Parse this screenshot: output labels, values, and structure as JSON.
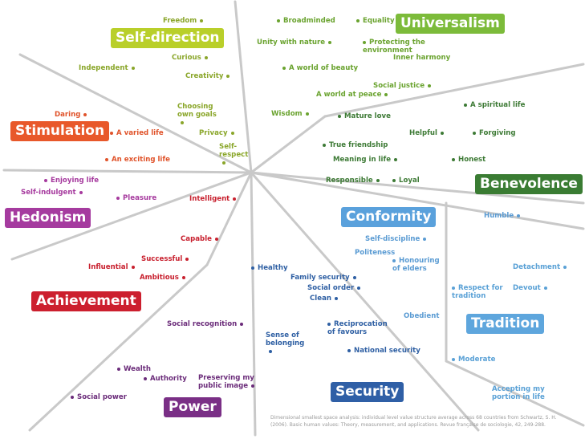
{
  "categories": {
    "self_direction": "Self-direction",
    "universalism": "Universalism",
    "benevolence": "Benevolence",
    "stimulation": "Stimulation",
    "hedonism": "Hedonism",
    "achievement": "Achievement",
    "power": "Power",
    "security": "Security",
    "conformity": "Conformity",
    "tradition": "Tradition"
  },
  "items": {
    "freedom": "Freedom",
    "curious": "Curious",
    "independent": "Independent",
    "creativity": "Creativity",
    "choosing_own_goals": "Choosing own goals",
    "privacy": "Privacy",
    "self_respect": "Self-respect",
    "broadminded": "Broadminded",
    "equality": "Equality",
    "unity_with_nature": "Unity with nature",
    "protecting_environment": "Protecting the environment",
    "inner_harmony": "Inner harmony",
    "world_of_beauty": "A world of beauty",
    "social_justice": "Social justice",
    "world_at_peace": "A world at peace",
    "wisdom": "Wisdom",
    "mature_love": "Mature love",
    "spiritual_life": "A spiritual life",
    "helpful": "Helpful",
    "forgiving": "Forgiving",
    "true_friendship": "True friendship",
    "meaning_in_life": "Meaning in life",
    "honest": "Honest",
    "responsible": "Responsible",
    "loyal": "Loyal",
    "daring": "Daring",
    "varied_life": "A varied life",
    "exciting_life": "An exciting life",
    "enjoying_life": "Enjoying life",
    "self_indulgent": "Self-indulgent",
    "pleasure": "Pleasure",
    "intelligent": "Intelligent",
    "capable": "Capable",
    "successful": "Successful",
    "influential": "Influential",
    "ambitious": "Ambitious",
    "healthy": "Healthy",
    "social_recognition": "Social recognition",
    "wealth": "Wealth",
    "authority": "Authority",
    "preserving_public_image": "Preserving my public image",
    "social_power": "Social power",
    "humble": "Humble",
    "self_discipline": "Self-discipline",
    "politeness": "Politeness",
    "honouring_elders": "Honouring of elders",
    "detachment": "Detachment",
    "family_security": "Family security",
    "social_order": "Social order",
    "clean": "Clean",
    "respect_for_tradition": "Respect for tradition",
    "devout": "Devout",
    "obedient": "Obedient",
    "reciprocation_of_favours": "Reciprocation of favours",
    "sense_of_belonging": "Sense of belonging",
    "national_security": "National security",
    "moderate": "Moderate",
    "accepting_my_portion": "Accepting my portion in life"
  },
  "source_note": "Dimensional smallest space analysis: individual level value structure average across 68 countries from Schwartz, S. H. (2006). Basic human values: Theory, measurement, and applications. Revue française de sociologie, 42, 249-288.",
  "colors": {
    "self_direction": "#b9cf2a",
    "universalism": "#7cbb3a",
    "benevolence": "#3a7c33",
    "stimulation": "#e8582a",
    "hedonism": "#a53b9f",
    "achievement": "#cc1f2e",
    "power": "#7a2f86",
    "security": "#2f5fa6",
    "conformity": "#5aa1dc",
    "tradition": "#5ea6dd",
    "divider_lines": "#c9c9c9"
  }
}
